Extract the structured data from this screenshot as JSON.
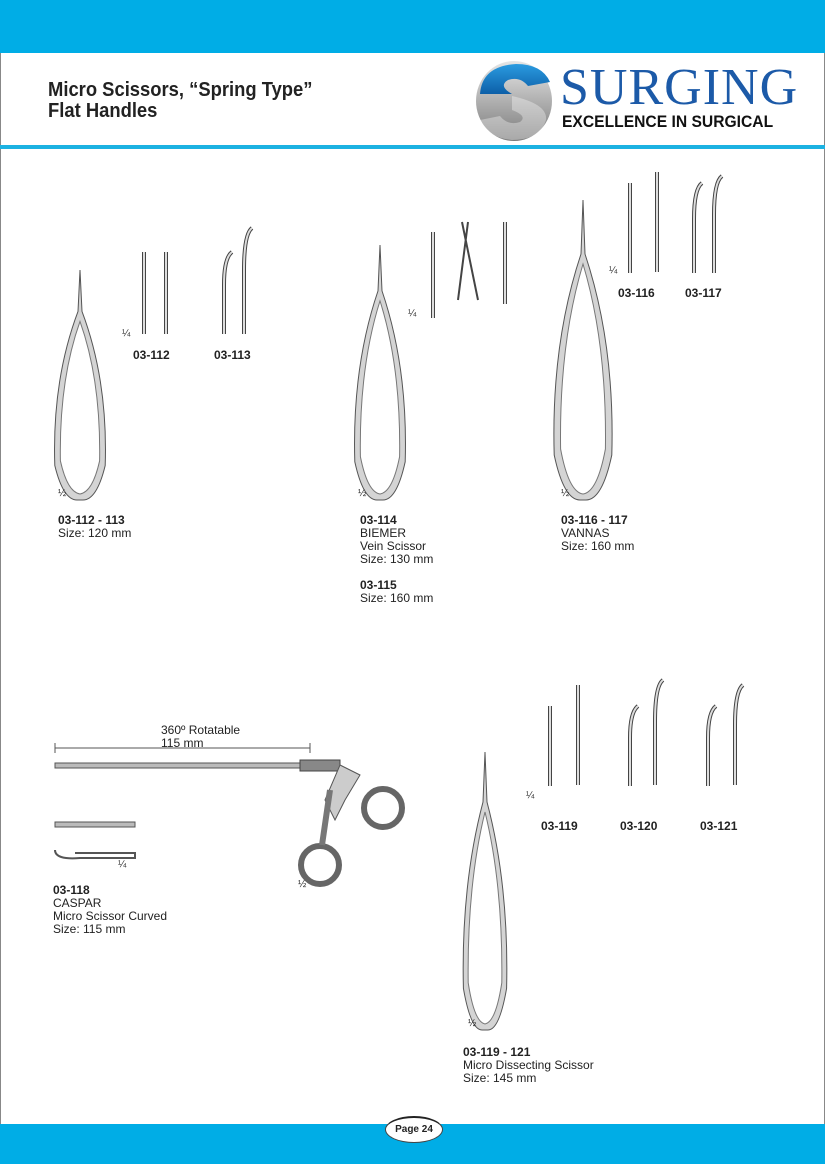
{
  "header": {
    "title_line1": "Micro Scissors, “Spring Type”",
    "title_line2": "Flat Handles",
    "brand": "SURGING",
    "tagline": "EXCELLENCE IN SURGICAL"
  },
  "colors": {
    "accent": "#00ade6",
    "brand": "#1c5aa8"
  },
  "items": [
    {
      "scale_tip": "¼",
      "scale_full": "½",
      "tip_labels": [
        "03-112",
        "03-113"
      ],
      "code": "03-112 - 113",
      "lines": [
        "Size: 120 mm"
      ]
    },
    {
      "scale_tip": "¼",
      "scale_full": "½",
      "code": "03-114",
      "lines": [
        "BIEMER",
        "Vein Scissor",
        "Size: 130 mm"
      ],
      "code2": "03-115",
      "lines2": [
        "Size: 160 mm"
      ]
    },
    {
      "scale_tip": "¼",
      "scale_full": "½",
      "tip_labels": [
        "03-116",
        "03-117"
      ],
      "code": "03-116 - 117",
      "lines": [
        "VANNAS",
        "Size: 160 mm"
      ]
    },
    {
      "scale_tip": "¼",
      "scale_full": "½",
      "rot_label": "360º Rotatable",
      "length_label": "115 mm",
      "code": "03-118",
      "lines": [
        "CASPAR",
        "Micro Scissor Curved",
        "Size: 115 mm"
      ]
    },
    {
      "scale_tip": "¼",
      "scale_full": "½",
      "tip_labels": [
        "03-119",
        "03-120",
        "03-121"
      ],
      "code": "03-119 - 121",
      "lines": [
        "Micro Dissecting Scissor",
        "Size: 145 mm"
      ]
    }
  ],
  "footer": {
    "page": "Page 24"
  }
}
